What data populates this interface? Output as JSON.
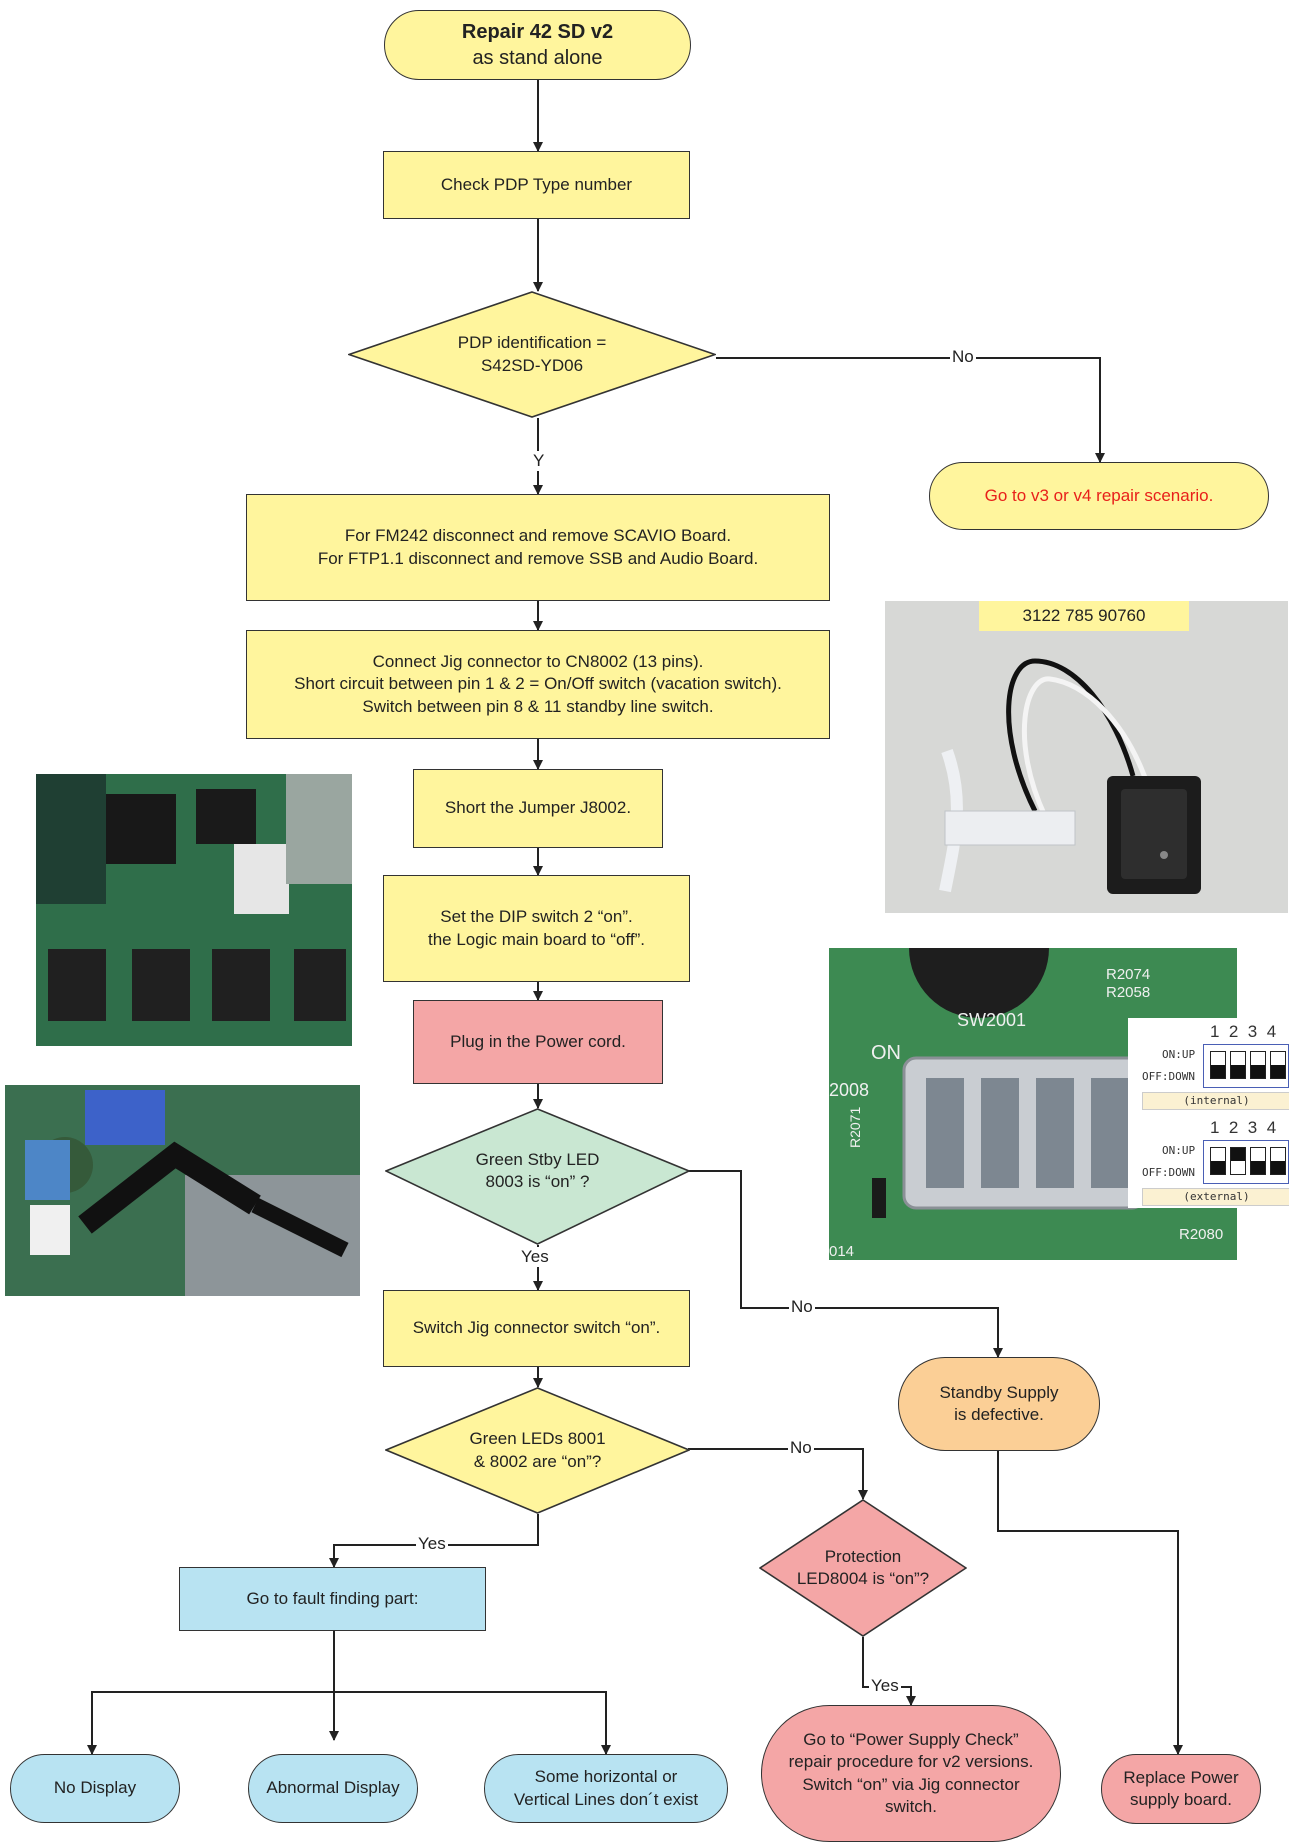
{
  "start": {
    "title": "Repair 42 SD v2",
    "subtitle": "as stand alone"
  },
  "steps": {
    "check_type": "Check PDP Type number",
    "remove_line1": "For FM242 disconnect  and remove SCAVIO Board.",
    "remove_line2": "For FTP1.1 disconnect and remove SSB and Audio Board.",
    "jig_line1": "Connect Jig connector to CN8002 (13 pins).",
    "jig_line2": "Short circuit between pin 1 & 2 = On/Off switch (vacation switch).",
    "jig_line3": "Switch between pin 8 & 11 standby line switch.",
    "jumper": "Short the Jumper J8002.",
    "dip_line1": "Set the DIP switch 2 “on”.",
    "dip_line2": "the Logic main board to “off”.",
    "plug": "Plug in the Power cord.",
    "switch_jig": "Switch Jig connector switch “on”.",
    "fault_finding": "Go to fault finding part:"
  },
  "decisions": {
    "pdp_line1": "PDP  identification =",
    "pdp_line2": "S42SD-YD06",
    "stby_line1": "Green Stby LED",
    "stby_line2": "8003 is “on” ?",
    "leds_line1": "Green LEDs 8001",
    "leds_line2": "& 8002 are “on”?",
    "prot_line1": "Protection",
    "prot_line2": "LED8004 is “on”?"
  },
  "terminals": {
    "v3v4": "Go to v3 or v4 repair  scenario.",
    "standby_line1": "Standby Supply",
    "standby_line2": "is defective.",
    "no_display": "No Display",
    "abnormal_display": "Abnormal Display",
    "lines_line1": "Some horizontal or",
    "lines_line2": "Vertical Lines don´t exist",
    "psc_line1": "Go to “Power Supply Check”",
    "psc_line2": "repair procedure for v2 versions.",
    "psc_line3": "Switch “on” via Jig connector",
    "psc_line4": "switch.",
    "replace_line1": "Replace Power",
    "replace_line2": "supply  board."
  },
  "labels": {
    "no": "No",
    "y": "Y",
    "yes": "Yes"
  },
  "photos": {
    "jig_part_number": "3122 785 90760",
    "sw_top": "R2074",
    "sw_top2": "R2058",
    "sw_name": "SW2001",
    "sw_on": "ON",
    "sw_left": "2008",
    "sw_r2071": "R2071",
    "sw_bottom_left": "014",
    "sw_bottom_right": "R2080",
    "dip_numbers": "1  2  3  4",
    "dip_on": "ON:UP",
    "dip_off": "OFF:DOWN",
    "dip_internal": "(internal)",
    "dip_external": "(external)"
  },
  "colors": {
    "yellow": "#fff59d",
    "red": "#f4a6a6",
    "green": "#c9e7d2",
    "blue": "#b8e3f2",
    "orange": "#fbcf96",
    "red_text": "#e8201a"
  }
}
